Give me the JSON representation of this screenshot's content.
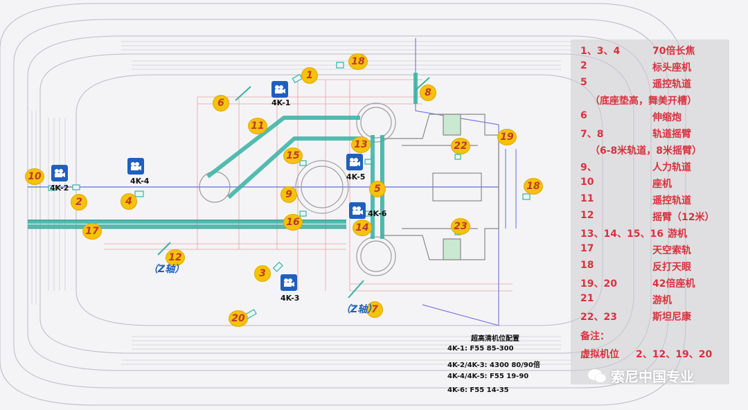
{
  "legend": [
    {
      "key": "1、3、4",
      "value": "70倍长焦"
    },
    {
      "key": "2",
      "value": "标头座机"
    },
    {
      "key": "5",
      "value": "遥控轨道"
    },
    {
      "key": "",
      "value": "（底座垫高，舞美开槽）"
    },
    {
      "key": "6",
      "value": "伸缩炮"
    },
    {
      "key": "7、8",
      "value": "轨道摇臂"
    },
    {
      "key": "",
      "value": "（6-8米轨道，8米摇臂）"
    },
    {
      "key": "9、",
      "value": "人力轨道"
    },
    {
      "key": "10",
      "value": "座机"
    },
    {
      "key": "11",
      "value": "遥控轨道"
    },
    {
      "key": "12",
      "value": "摇臂（12米）"
    },
    {
      "key": "13、14、15、16",
      "value": "游机"
    },
    {
      "key": "17",
      "value": "天空索轨"
    },
    {
      "key": "18",
      "value": "反打天眼"
    },
    {
      "key": "19、20",
      "value": "42倍座机"
    },
    {
      "key": "21",
      "value": "游机"
    },
    {
      "key": "22、23",
      "value": "斯坦尼康"
    },
    {
      "key": "备注：",
      "value": ""
    },
    {
      "key": "虚拟机位",
      "value": "2、12、19、20"
    }
  ],
  "config": {
    "title": "超高清机位配置",
    "lines": [
      "4K-1: F55 85-300",
      "4K-2/4K-3: 4300 80/90倍",
      "4K-4/4K-5: F55 19-90",
      "4K-6: F55 14-35"
    ]
  },
  "cameras": [
    {
      "label": "4K-1"
    },
    {
      "label": "4K-2"
    },
    {
      "label": "4K-3"
    },
    {
      "label": "4K-4"
    },
    {
      "label": "4K-5"
    },
    {
      "label": "4K-6"
    }
  ],
  "positions": [
    "1",
    "2",
    "3",
    "4",
    "5",
    "6",
    "7",
    "8",
    "9",
    "10",
    "11",
    "12",
    "13",
    "14",
    "15",
    "16",
    "17",
    "18",
    "19",
    "20",
    "22",
    "23"
  ],
  "z_axis_label": "（Z轴）",
  "watermark": "索尼中国专业",
  "colors": {
    "legend_text": "#d9313d",
    "camera_blue": "#1f5fbf",
    "marker_yellow": "#f5c20c",
    "track_teal": "#38b2a3",
    "plan_red": "#e05a5a",
    "axis_blue": "#5b6fd6"
  }
}
